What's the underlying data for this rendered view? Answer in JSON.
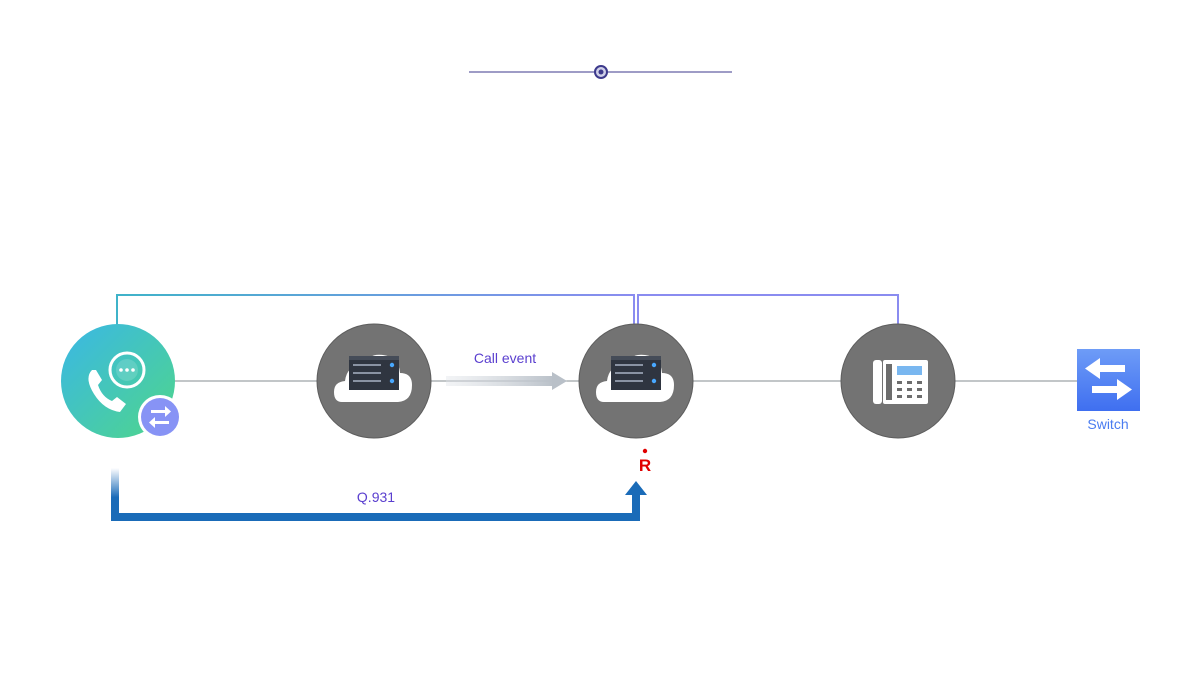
{
  "diagram": {
    "labels": {
      "call_event": "Call event",
      "q931": "Q.931",
      "switch": "Switch",
      "r_marker": "R"
    },
    "nodes": [
      {
        "id": "contact-center",
        "icon": "phone-chat-icon",
        "badge_icon": "transfer-arrows-icon"
      },
      {
        "id": "cloud-server-1",
        "icon": "cloud-server-icon"
      },
      {
        "id": "cloud-server-2",
        "icon": "cloud-server-icon"
      },
      {
        "id": "desk-phone",
        "icon": "desk-phone-icon"
      },
      {
        "id": "switch",
        "icon": "switch-arrows-icon"
      }
    ],
    "colors": {
      "node_fill": "#737373",
      "line_gray": "#9ea3a8",
      "top_line_teal": "#3fb3c9",
      "top_line_purple": "#8a8cf0",
      "label_purple": "#5a3fcf",
      "q931_blue": "#1a6bb8",
      "marker_red": "#e00000",
      "switch_blue": "#4a7cf0",
      "slider_dot": "#3d3a8c"
    }
  }
}
